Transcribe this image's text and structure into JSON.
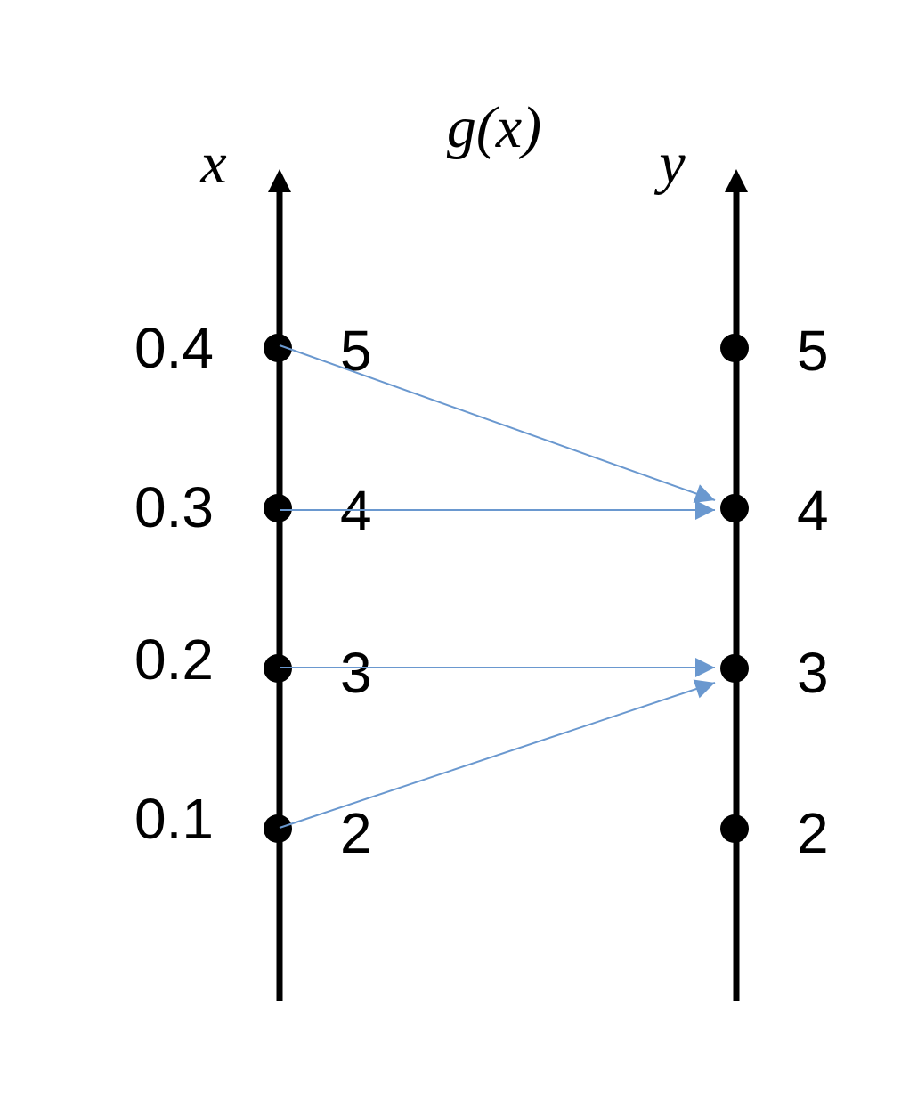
{
  "title": "g(x)",
  "left_axis": {
    "name": "x",
    "points": [
      {
        "probability": "0.4",
        "value": "5"
      },
      {
        "probability": "0.3",
        "value": "4"
      },
      {
        "probability": "0.2",
        "value": "3"
      },
      {
        "probability": "0.1",
        "value": "2"
      }
    ]
  },
  "right_axis": {
    "name": "y",
    "points": [
      {
        "value": "5"
      },
      {
        "value": "4"
      },
      {
        "value": "3"
      },
      {
        "value": "2"
      }
    ]
  },
  "mappings": [
    {
      "from": "5",
      "to": "4"
    },
    {
      "from": "4",
      "to": "4"
    },
    {
      "from": "3",
      "to": "3"
    },
    {
      "from": "2",
      "to": "3"
    }
  ],
  "colors": {
    "axis": "#000000",
    "arrow": "#6a98cf"
  }
}
